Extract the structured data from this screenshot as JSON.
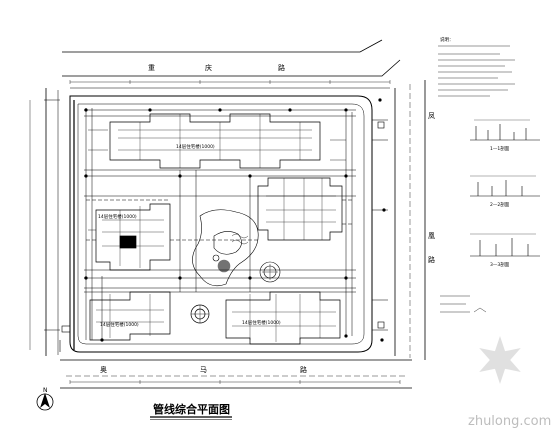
{
  "drawing": {
    "title": "管线综合平面图",
    "north_label": "N",
    "road_top": [
      "重",
      "庆",
      "路"
    ],
    "road_bottom": [
      "奥",
      "马",
      "路"
    ],
    "road_right": [
      "凤",
      "凰",
      "路"
    ],
    "section_labels": [
      "1—1剖面",
      "2—2剖面",
      "3—3剖面"
    ],
    "notes_heading": "说明：",
    "building_labels": [
      "14层住宅楼(1000)",
      "14层住宅楼(1000)",
      "14层住宅楼(1000)",
      "14层住宅楼(1000)"
    ]
  },
  "watermark": {
    "text": "zhulong.com"
  },
  "colors": {
    "ink": "#000000",
    "watermark": "#cfcfcf"
  }
}
